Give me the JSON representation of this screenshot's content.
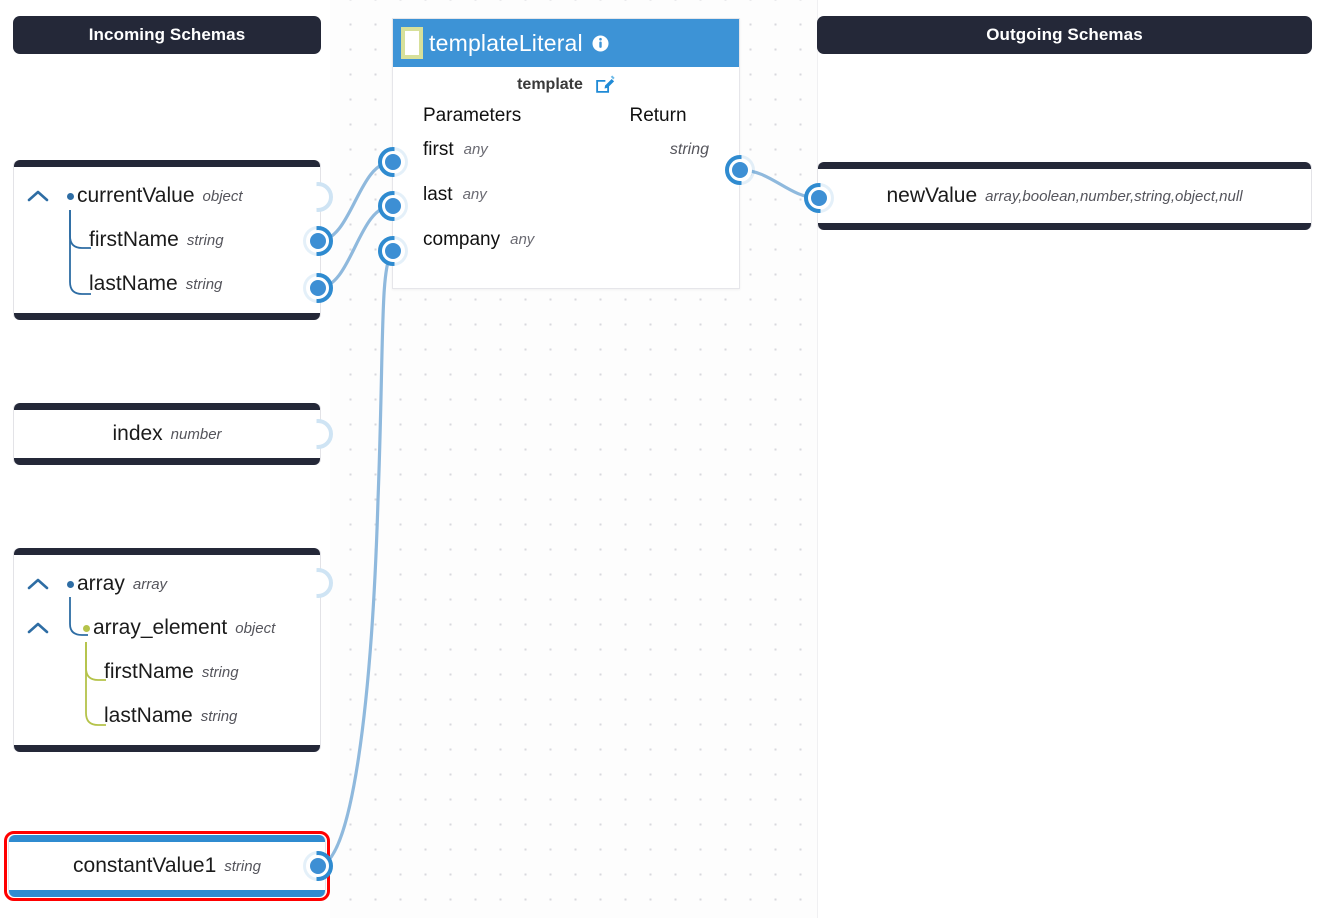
{
  "columns": {
    "incoming_title": "Incoming Schemas",
    "outgoing_title": "Outgoing Schemas"
  },
  "colors": {
    "header_bar": "#242838",
    "node_header": "#3d93d6",
    "port_blue": "#3d8fd4",
    "edge": "#8fb9dd",
    "selection": "#ff0000",
    "tree_blue": "#2e6da4",
    "tree_olive": "#b5c34a",
    "tag_olive": "#d7e09a"
  },
  "incoming_cards": [
    {
      "id": "currentValue",
      "selected": false,
      "rows": [
        {
          "name": "currentValue",
          "type": "object",
          "collapse_icon": "chevron-up-icon",
          "bullet": "blue",
          "port": "unconnected"
        },
        {
          "name": "firstName",
          "type": "string",
          "port": "connected"
        },
        {
          "name": "lastName",
          "type": "string",
          "port": "connected"
        }
      ]
    },
    {
      "id": "index",
      "selected": false,
      "rows": [
        {
          "name": "index",
          "type": "number",
          "port": "unconnected"
        }
      ]
    },
    {
      "id": "array",
      "selected": false,
      "rows": [
        {
          "name": "array",
          "type": "array",
          "collapse_icon": "chevron-up-icon",
          "bullet": "blue",
          "port": "unconnected"
        },
        {
          "name": "array_element",
          "type": "object",
          "collapse_icon": "chevron-up-icon",
          "bullet": "olive"
        },
        {
          "name": "firstName",
          "type": "string"
        },
        {
          "name": "lastName",
          "type": "string"
        }
      ]
    },
    {
      "id": "constantValue1",
      "selected": true,
      "rows": [
        {
          "name": "constantValue1",
          "type": "string",
          "port": "connected"
        }
      ]
    }
  ],
  "function_node": {
    "title": "templateLiteral",
    "info_icon": "info-icon",
    "tag_icon": "bookmark-tag-icon",
    "sub_label": "template",
    "edit_icon": "edit-pencil-icon",
    "parameters_heading": "Parameters",
    "return_heading": "Return",
    "parameters": [
      {
        "name": "first",
        "type": "any",
        "port": "connected"
      },
      {
        "name": "last",
        "type": "any",
        "port": "connected"
      },
      {
        "name": "company",
        "type": "any",
        "port": "connected"
      }
    ],
    "returns": [
      {
        "type": "string",
        "port": "connected"
      }
    ]
  },
  "outgoing_cards": [
    {
      "id": "newValue",
      "selected": false,
      "rows": [
        {
          "name": "newValue",
          "type": "array,boolean,number,string,object,null",
          "port": "connected"
        }
      ]
    }
  ]
}
